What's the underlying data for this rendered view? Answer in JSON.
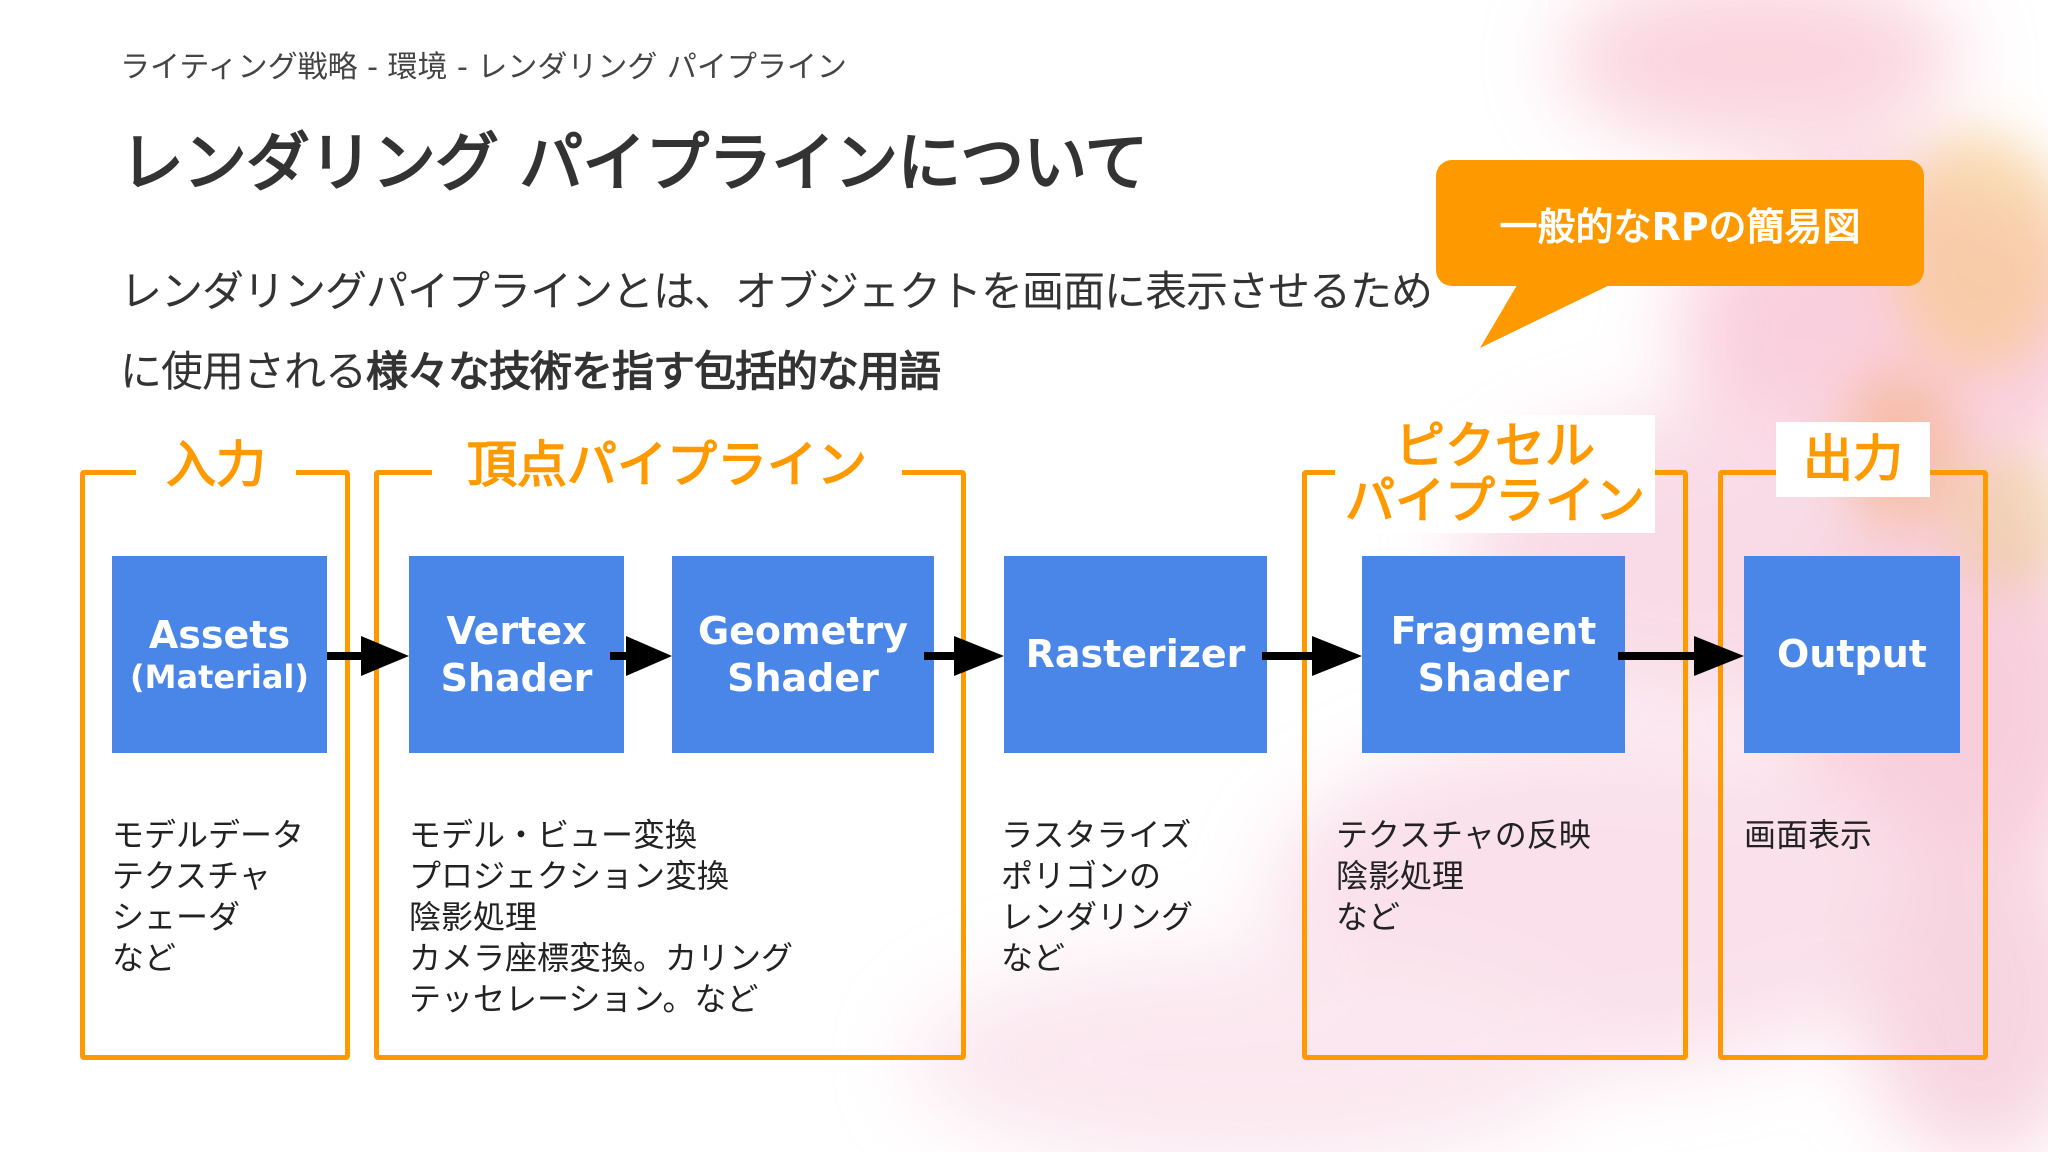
{
  "breadcrumb": "ライティング戦略 - 環境 - レンダリング パイプライン",
  "title": "レンダリング パイプラインについて",
  "description": {
    "line1": "レンダリングパイプラインとは、オブジェクトを画面に表示させるため",
    "line2_plain": "に使用される",
    "line2_bold": "様々な技術を指す包括的な用語"
  },
  "callout": "一般的なRPの簡易図",
  "groups": {
    "input": "入力",
    "vertex": "頂点パイプライン",
    "pixel_line1": "ピクセル",
    "pixel_line2": "パイプライン",
    "output": "出力"
  },
  "stages": {
    "assets": {
      "line1": "Assets",
      "line2": "(Material)"
    },
    "vertex_shader": {
      "line1": "Vertex",
      "line2": "Shader"
    },
    "geometry_shader": {
      "line1": "Geometry",
      "line2": "Shader"
    },
    "rasterizer": {
      "line1": "Rasterizer"
    },
    "fragment_shader": {
      "line1": "Fragment",
      "line2": "Shader"
    },
    "output": {
      "line1": "Output"
    }
  },
  "notes": {
    "input": [
      "モデルデータ",
      "テクスチャ",
      "シェーダ",
      "など"
    ],
    "vertex": [
      "モデル・ビュー変換",
      "プロジェクション変換",
      "陰影処理",
      "カメラ座標変換。カリング",
      "テッセレーション。など"
    ],
    "rasterizer": [
      "ラスタライズ",
      "ポリゴンの",
      "レンダリング",
      "など"
    ],
    "fragment": [
      "テクスチャの反映",
      "陰影処理",
      "など"
    ],
    "output": [
      "画面表示"
    ]
  },
  "colors": {
    "accent_orange": "#FF9900",
    "stage_blue": "#4A86E8",
    "text_dark": "#333333"
  }
}
